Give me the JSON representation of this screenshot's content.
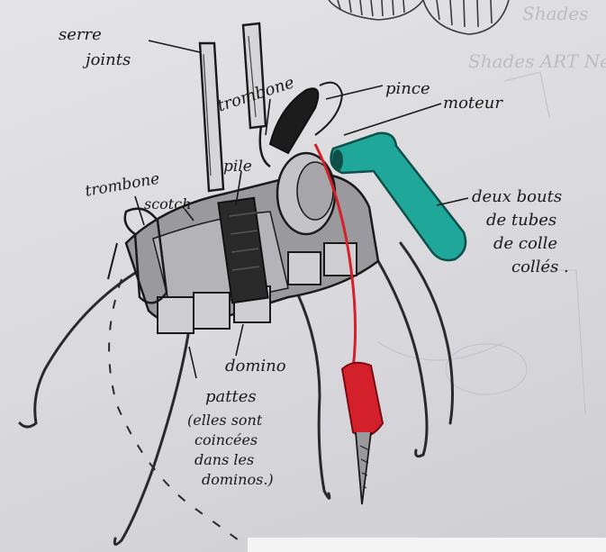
{
  "labels": {
    "serre_joints": [
      "serre",
      "joints"
    ],
    "trombone_top": "trombone",
    "pince": "pince",
    "moteur": "moteur",
    "pile": "pile",
    "trombone_left": "trombone",
    "scotch": "scotch",
    "domino": "domino",
    "pattes": [
      "pattes",
      "(elles sont",
      "coincées",
      "dans les",
      "dominos.)"
    ],
    "deux_bouts": [
      "deux bouts",
      "de tubes",
      "de colle",
      "collés ."
    ]
  },
  "ghost_text": {
    "line1": "Shades",
    "line2": "Shades ART Nervous"
  },
  "colors": {
    "paper": "#dcdcde",
    "ink": "#1a1a1a",
    "teal_tube": "#1fa89a",
    "red_wire": "#d4202a",
    "grey_shading": "#8e8e92"
  }
}
